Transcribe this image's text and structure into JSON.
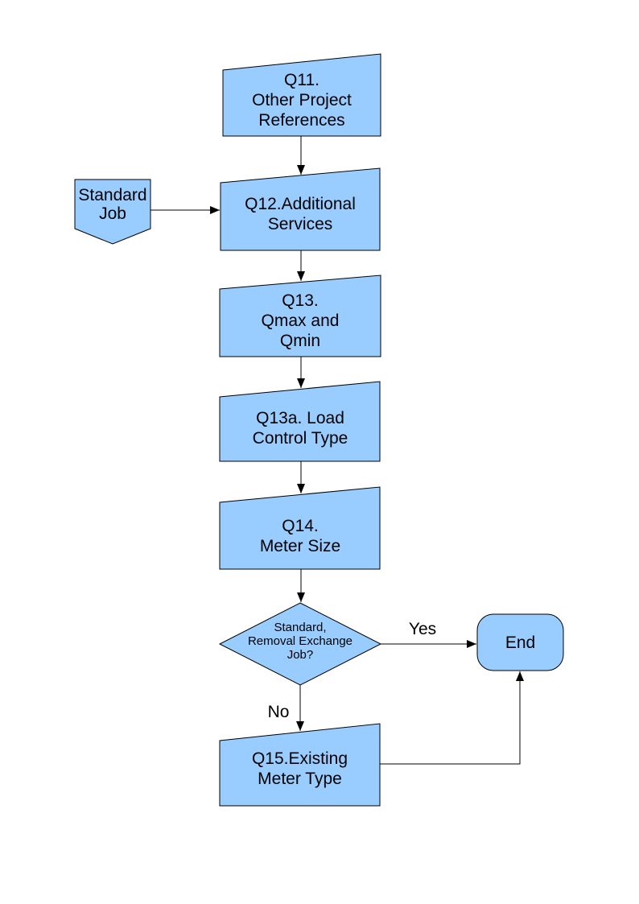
{
  "diagram": {
    "colors": {
      "background": "#ffffff",
      "node_fill": "#99ccff",
      "node_border": "#000000",
      "connector": "#000000",
      "text": "#000000"
    },
    "nodes": {
      "standard_job": {
        "shape": "off-page-connector",
        "label": "Standard\nJob"
      },
      "q11": {
        "shape": "sloped-top-box",
        "label": "Q11.\nOther Project\nReferences"
      },
      "q12": {
        "shape": "sloped-top-box",
        "label": "Q12.Additional\nServices"
      },
      "q13": {
        "shape": "sloped-top-box",
        "label": "Q13.\nQmax and\nQmin"
      },
      "q13a": {
        "shape": "sloped-top-box",
        "label": "Q13a. Load\nControl Type"
      },
      "q14": {
        "shape": "sloped-top-box",
        "label": "Q14.\nMeter Size"
      },
      "decision": {
        "shape": "diamond",
        "label": "Standard,\nRemoval Exchange\nJob?"
      },
      "end": {
        "shape": "terminator",
        "label": "End"
      },
      "q15": {
        "shape": "sloped-top-box",
        "label": "Q15.Existing\nMeter Type"
      }
    },
    "edges": {
      "yes_label": "Yes",
      "no_label": "No"
    }
  }
}
